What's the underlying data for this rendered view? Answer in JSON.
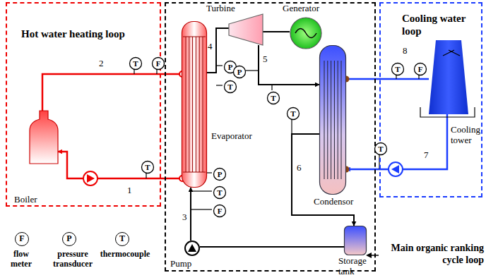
{
  "diagram": {
    "nodes": [
      {
        "text": [
          "Hot water heating loop"
        ]
      },
      {
        "text": [
          "Main organic ranking cycle loop"
        ]
      },
      {
        "text": [
          "Cooling water loop"
        ]
      },
      {
        "text": [
          "Boiler"
        ],
        "in": 0
      },
      {
        "text": [
          "Evaporator"
        ],
        "in": 1
      },
      {
        "text": [
          "Turbine"
        ],
        "in": 1
      },
      {
        "text": [
          "Generator"
        ],
        "in": 1
      },
      {
        "text": [
          "Condensor"
        ],
        "in": 1
      },
      {
        "text": [
          "Storage tank"
        ],
        "in": 1
      },
      {
        "text": [
          "Pump"
        ],
        "in": 1
      },
      {
        "text": [
          "Cooling tower"
        ],
        "in": 2
      },
      {
        "text": [
          "T"
        ],
        "in": 0
      },
      {
        "text": [
          "F"
        ],
        "in": 0
      },
      {
        "text": [
          "T"
        ],
        "in": 0
      },
      {
        "text": [
          "P"
        ],
        "in": 1
      },
      {
        "text": [
          "T"
        ],
        "in": 1
      },
      {
        "text": [
          "P"
        ],
        "in": 1
      },
      {
        "text": [
          "T"
        ],
        "in": 1
      },
      {
        "text": [
          "P"
        ],
        "in": 1
      },
      {
        "text": [
          "T"
        ],
        "in": 1
      },
      {
        "text": [
          "F"
        ],
        "in": 1
      },
      {
        "text": [
          "T"
        ],
        "in": 1
      },
      {
        "text": [
          "T"
        ],
        "in": 2
      },
      {
        "text": [
          "F"
        ],
        "in": 2
      },
      {
        "text": [
          "T"
        ],
        "in": 2
      }
    ],
    "edges": [
      {
        "from": 3,
        "to": 4,
        "arrow": "none"
      },
      {
        "from": 4,
        "to": 3,
        "arrow": "to"
      },
      {
        "from": 4,
        "to": 5,
        "arrow": "none"
      },
      {
        "from": 5,
        "to": 7,
        "arrow": "to"
      },
      {
        "from": 7,
        "to": 8,
        "arrow": "to"
      },
      {
        "from": 8,
        "to": 9,
        "arrow": "none"
      },
      {
        "from": 9,
        "to": 4,
        "arrow": "to"
      },
      {
        "from": 5,
        "to": 6,
        "arrow": "none"
      },
      {
        "from": 7,
        "to": 10,
        "arrow": "none"
      },
      {
        "from": 10,
        "to": 7,
        "arrow": "to"
      }
    ],
    "labels": [
      "1",
      "2",
      "3",
      "4",
      "5",
      "6",
      "7",
      "8",
      "F",
      "P",
      "T"
    ],
    "legend": [
      {
        "text": "flow meter"
      },
      {
        "text": "pressure transducer"
      },
      {
        "text": "thermocouple"
      }
    ]
  }
}
